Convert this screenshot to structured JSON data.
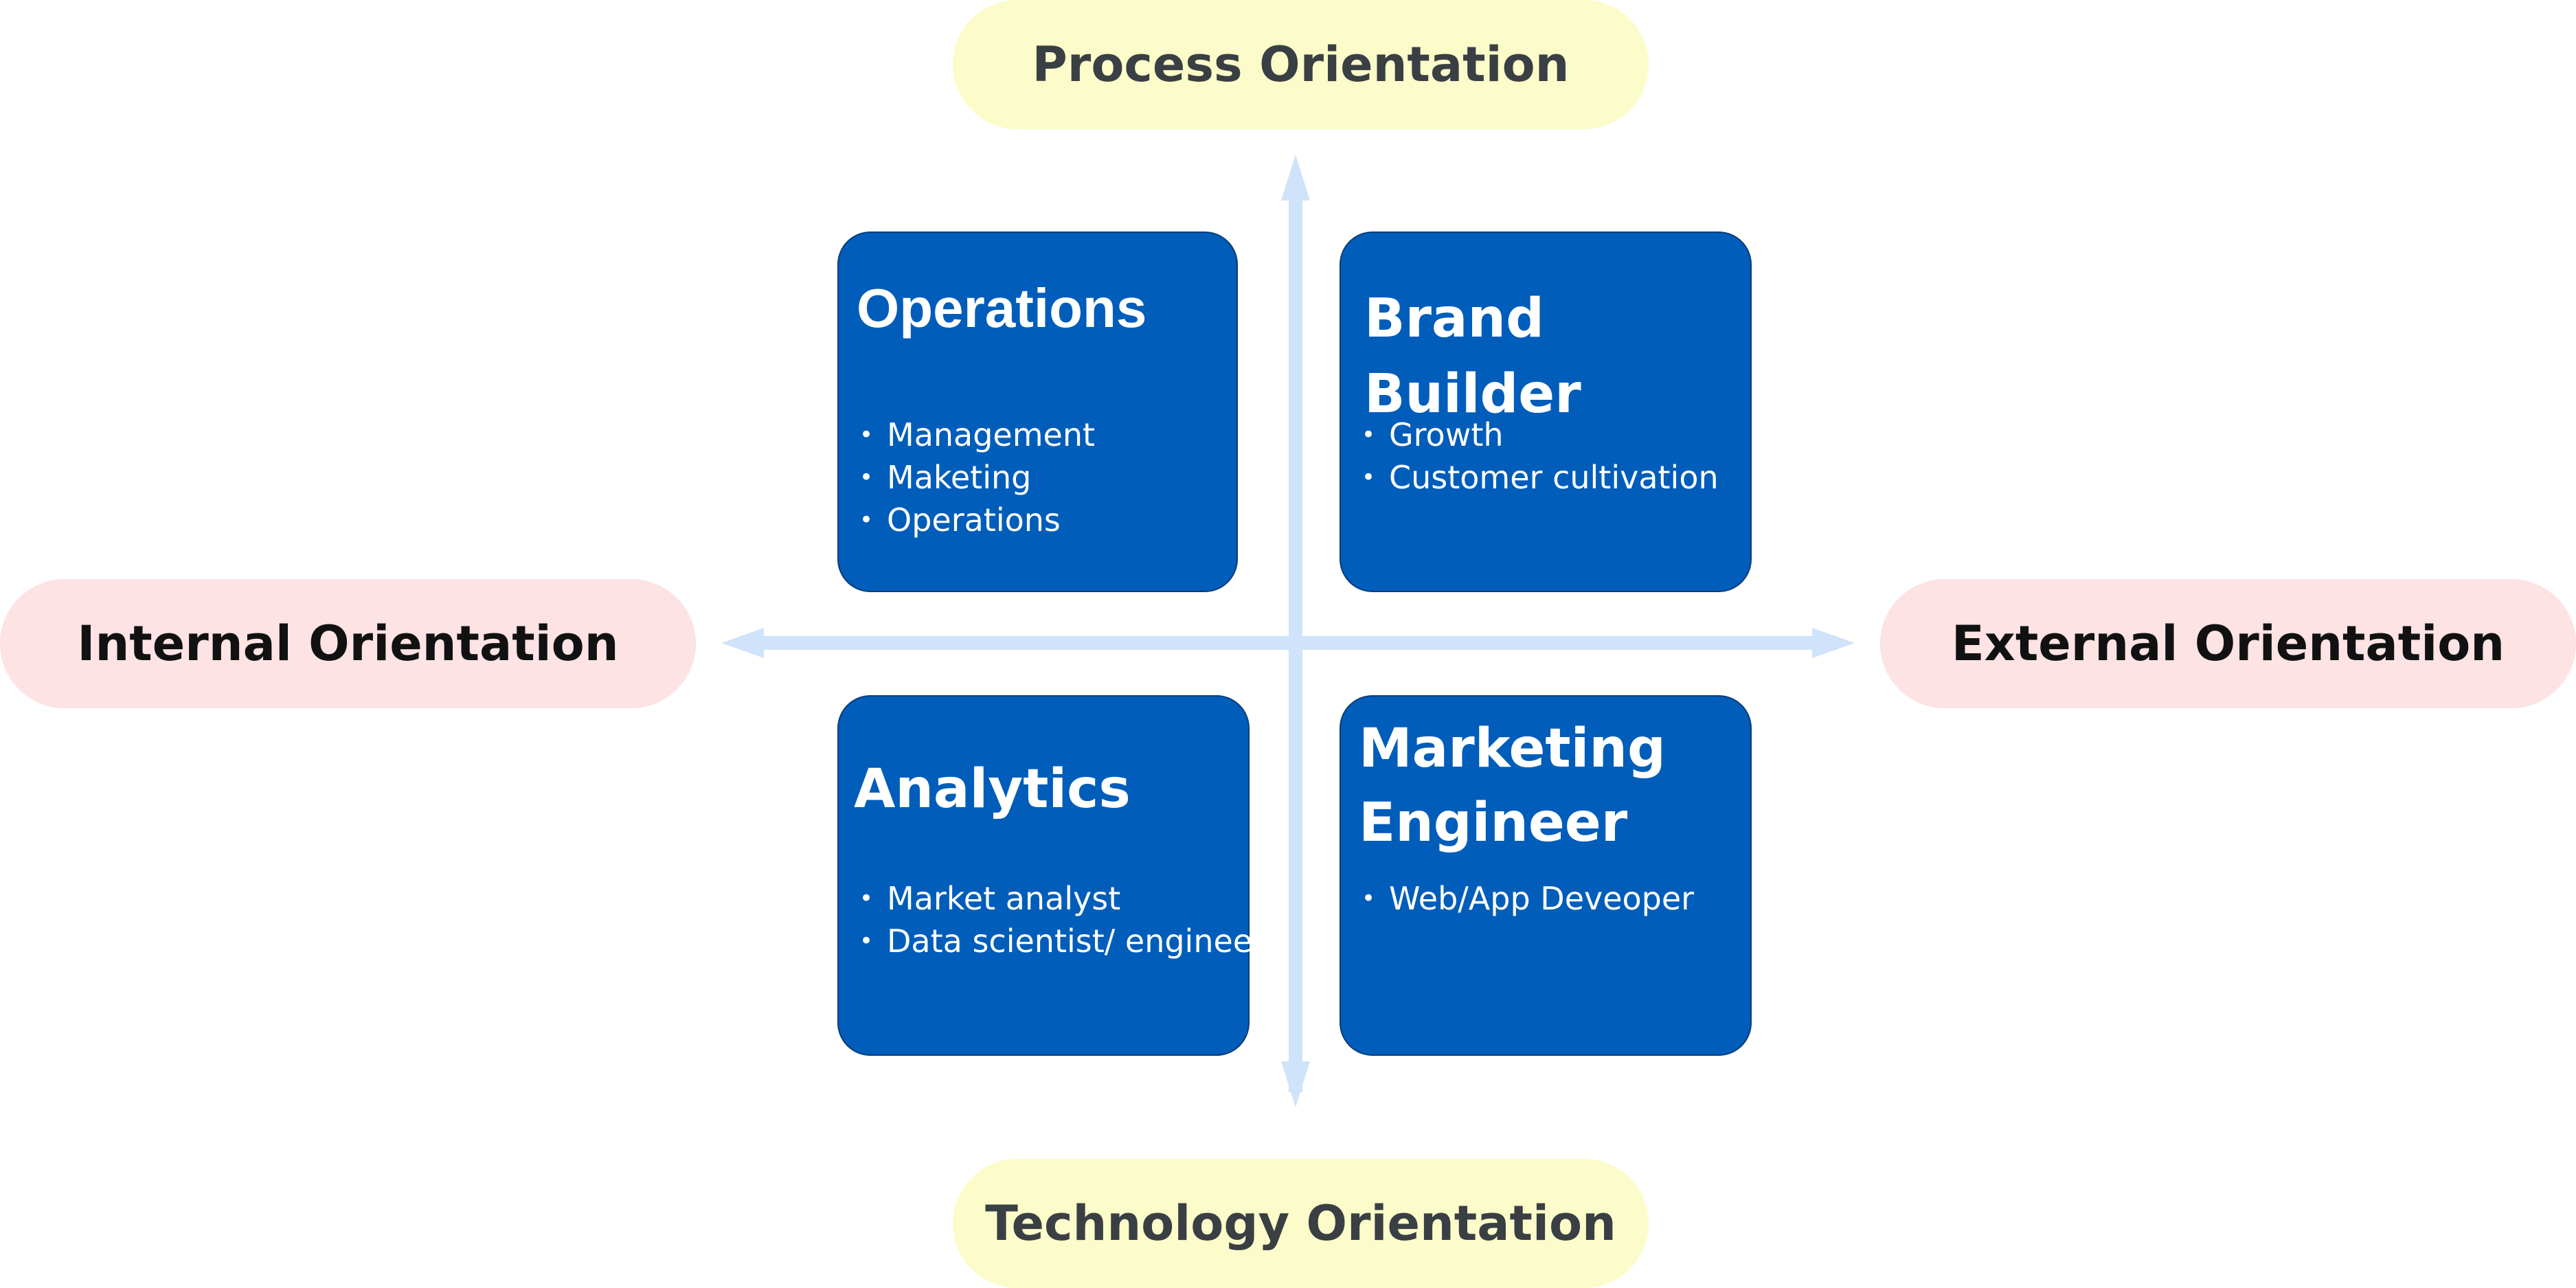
{
  "axes": {
    "top": "Process Orientation",
    "bottom": "Technology Orientation",
    "left": "Internal Orientation",
    "right": "External Orientation"
  },
  "quadrants": [
    {
      "title": "Operations",
      "items": [
        "Management",
        "Maketing",
        "Operations"
      ]
    },
    {
      "title": "Brand Builder",
      "items": [
        "Growth",
        "Customer cultivation"
      ]
    },
    {
      "title": "Analytics",
      "items": [
        "Market analyst",
        "Data scientist/ engineer"
      ]
    },
    {
      "title": "Marketing\nEngineer",
      "items": [
        "Web/App Deveoper"
      ]
    }
  ],
  "colors": {
    "card_fill": "#005dba",
    "axis_arrow": "#cfe3fa",
    "vertical_pill": "#fbfcc9",
    "horizontal_pill": "#fde3e3"
  }
}
